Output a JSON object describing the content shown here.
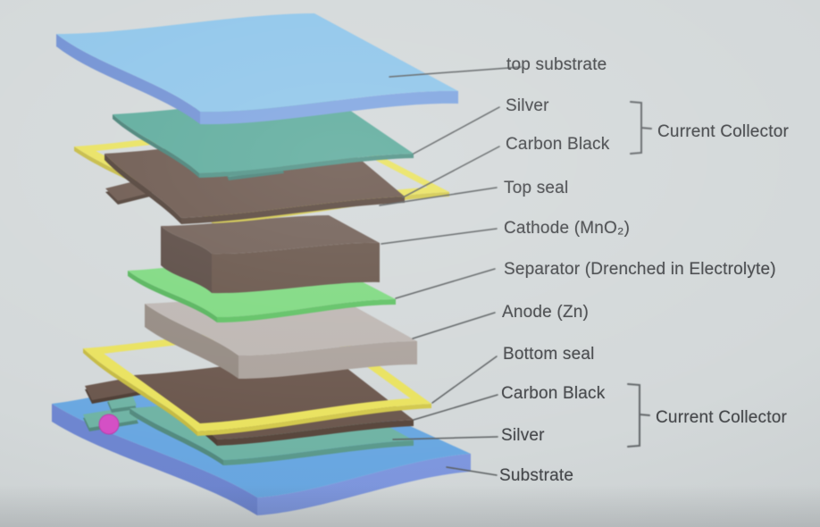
{
  "scene": {
    "background_color": "#d3d8d9",
    "description": "Exploded-view diagram of a printed flexible battery layer stack"
  },
  "diagram": {
    "electrolyte_dot_color": "#d44fc5",
    "layers": [
      {
        "id": "top-substrate",
        "label": "top substrate",
        "color": "#8ec5ea",
        "front_color": "#7ea4e0",
        "side_color": "#7090d3"
      },
      {
        "id": "silver-top",
        "label": "Silver",
        "color": "#5baa9b",
        "front_color": "#4d9084",
        "side_color": "#457f75"
      },
      {
        "id": "carbon-black-top",
        "label": "Carbon Black",
        "color": "#6a564c",
        "front_color": "#57453b",
        "side_color": "#4e3e35"
      },
      {
        "id": "top-seal",
        "label": "Top seal",
        "color": "#e9e25e",
        "front_color": "#d2c84b",
        "side_color": "#c5ba42"
      },
      {
        "id": "cathode",
        "label": "Cathode (MnO₂)",
        "color": "#705e55",
        "front_color": "#675449",
        "side_color": "#594942"
      },
      {
        "id": "separator",
        "label": "Separator (Drenched in Electrolyte)",
        "color": "#7ed980",
        "front_color": "#5fc163",
        "side_color": "#55b45b"
      },
      {
        "id": "anode",
        "label": "Anode (Zn)",
        "color": "#bdb6b2",
        "front_color": "#aba29c",
        "side_color": "#948a82"
      },
      {
        "id": "bottom-seal",
        "label": "Bottom seal",
        "color": "#e9e25e",
        "front_color": "#d2c84b",
        "side_color": "#c5ba42"
      },
      {
        "id": "carbon-black-bottom",
        "label": "Carbon Black",
        "color": "#6a564c",
        "front_color": "#57453b",
        "side_color": "#4e3e35"
      },
      {
        "id": "silver-bottom",
        "label": "Silver",
        "color": "#6fb3a4",
        "front_color": "#5b998c",
        "side_color": "#538a7e"
      },
      {
        "id": "substrate",
        "label": "Substrate",
        "color": "#69a7e1",
        "front_color": "#7e97de",
        "side_color": "#6e86d0"
      }
    ],
    "group_labels": [
      {
        "id": "current-collector-top",
        "label": "Current Collector"
      },
      {
        "id": "current-collector-bottom",
        "label": "Current Collector"
      }
    ]
  }
}
